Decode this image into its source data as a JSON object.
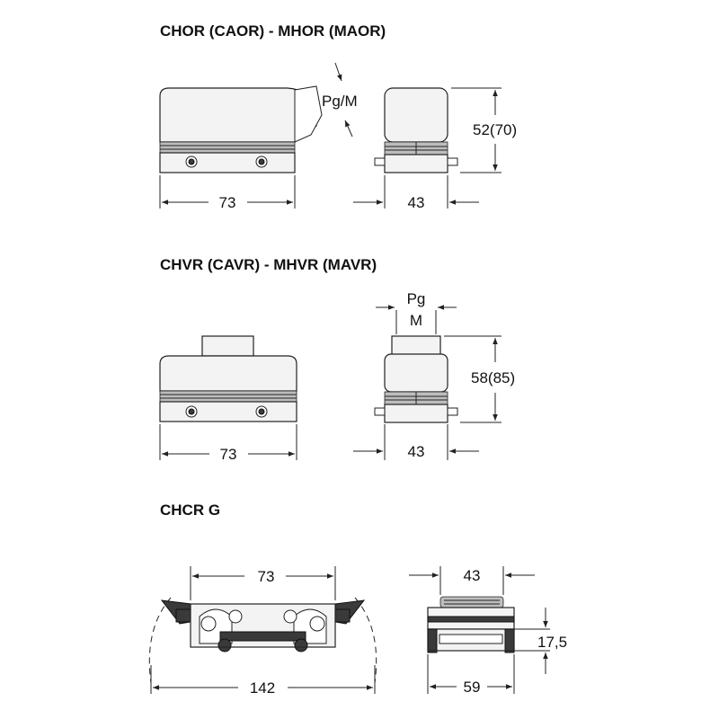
{
  "sections": [
    {
      "title": "CHOR (CAOR) - MHOR (MAOR)",
      "dims": {
        "front_width": "73",
        "side_width": "43",
        "height": "52(70)",
        "cable_entry": "Pg/M"
      }
    },
    {
      "title": "CHVR (CAVR) - MHVR (MAVR)",
      "dims": {
        "front_width": "73",
        "side_width": "43",
        "height": "58(85)",
        "cable_entry_top": "Pg",
        "cable_entry_bottom": "M"
      }
    },
    {
      "title": "CHCR G",
      "dims": {
        "inner_width": "73",
        "outer_width": "142",
        "side_top": "43",
        "side_bottom": "59",
        "height": "17,5"
      }
    }
  ]
}
